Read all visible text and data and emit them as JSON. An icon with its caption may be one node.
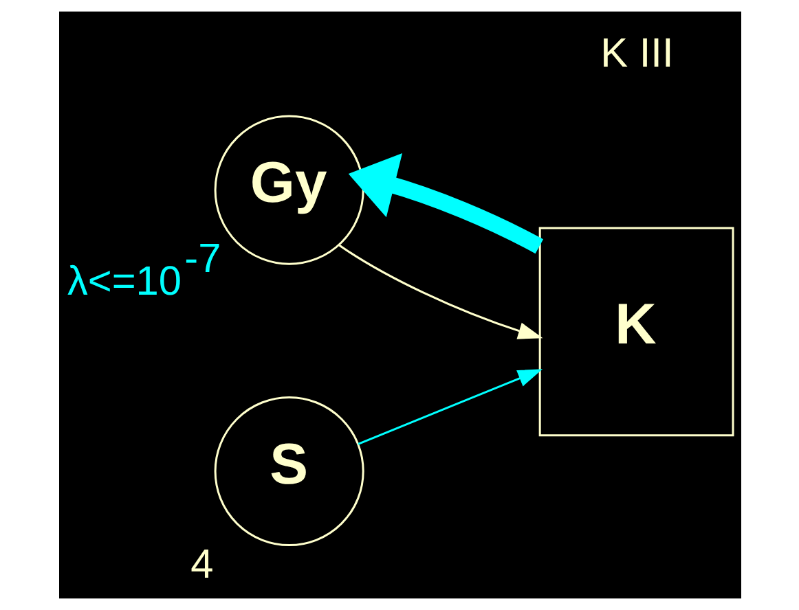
{
  "diagram": {
    "nodes": [
      {
        "text": [
          "Gy"
        ],
        "beside": [
          "λ<=10$^{-7}$"
        ]
      },
      {
        "text": [
          "K"
        ]
      },
      {
        "text": [
          "S"
        ],
        "beside": [
          "4"
        ]
      }
    ],
    "edges": [
      {
        "from": 0,
        "to": 1,
        "arrow": "to",
        "color": "#ffffcc"
      },
      {
        "from": 2,
        "to": 1,
        "arrow": "to",
        "color": "#00ffff"
      },
      {
        "from": 1,
        "to": 0,
        "arrow": "to",
        "style": "thick",
        "color": "#00ffff"
      }
    ],
    "labels": [
      "K III"
    ]
  }
}
